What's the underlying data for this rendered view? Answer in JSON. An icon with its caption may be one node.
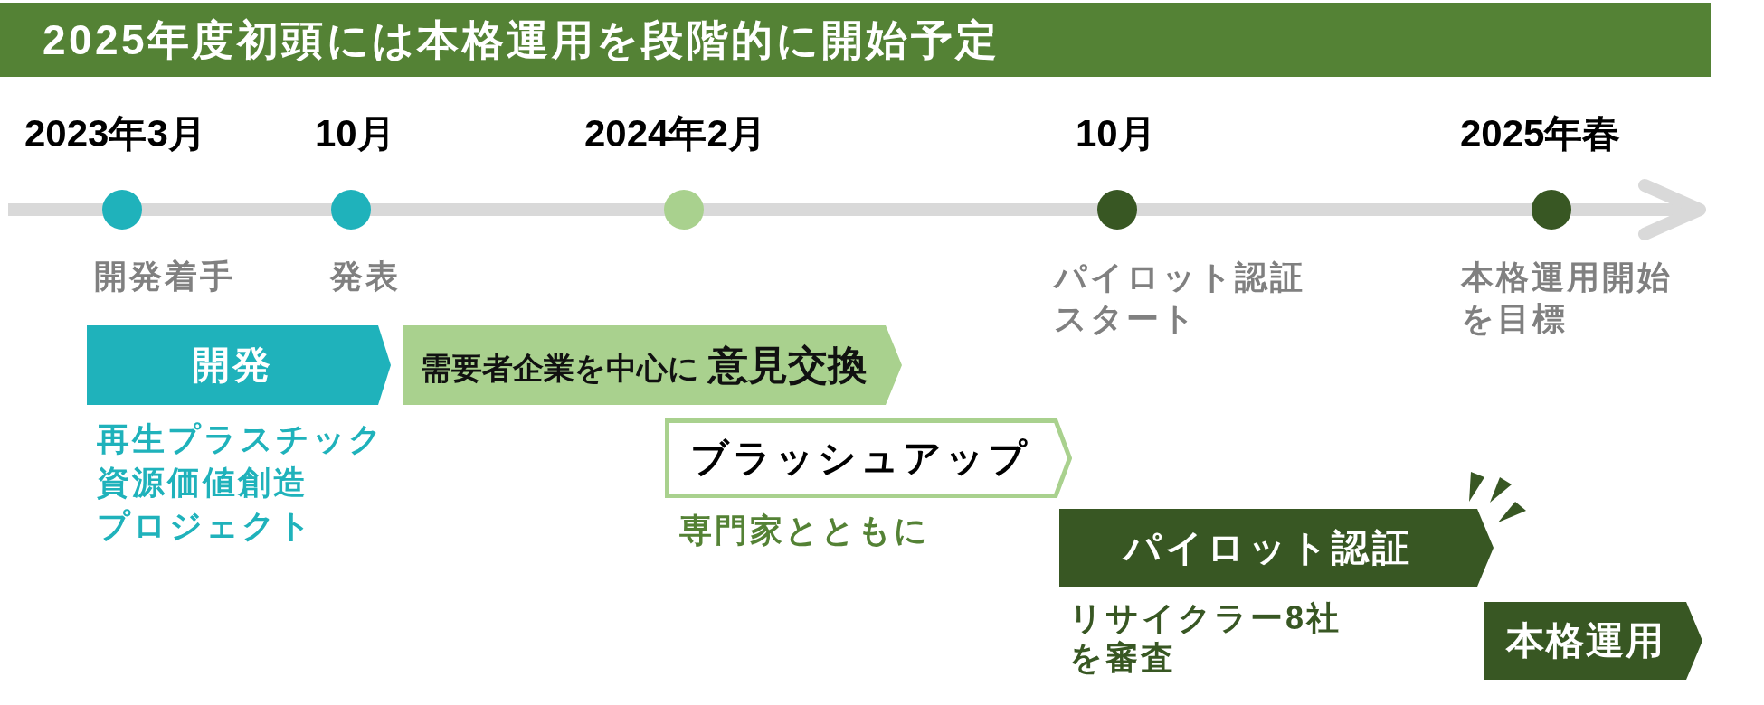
{
  "diagram": {
    "title": "2025年度初頭には本格運用を段階的に開始予定",
    "nodes": [
      {
        "text": [],
        "shape": "circle",
        "beside": [
          "2023年3月",
          "開発着手"
        ]
      },
      {
        "text": [],
        "shape": "circle",
        "beside": [
          "10月",
          "発表"
        ]
      },
      {
        "text": [],
        "shape": "circle",
        "beside": [
          "2024年2月"
        ]
      },
      {
        "text": [],
        "shape": "circle",
        "beside": [
          "10月",
          "パイロット認証スタート"
        ]
      },
      {
        "text": [],
        "shape": "circle",
        "beside": [
          "2025年春",
          "本格運用開始を目標"
        ]
      },
      {
        "text": [
          "開発"
        ],
        "beside": [
          "再生プラスチック資源価値創造プロジェクト"
        ]
      },
      {
        "text": [
          "需要者企業を中心に **意見交換**"
        ]
      },
      {
        "text": [
          "ブラッシュアップ"
        ],
        "beside": [
          "専門家とともに"
        ]
      },
      {
        "text": [
          "パイロット認証"
        ],
        "beside": [
          "リサイクラー8社を審査"
        ]
      },
      {
        "text": [
          "本格運用"
        ]
      }
    ]
  }
}
